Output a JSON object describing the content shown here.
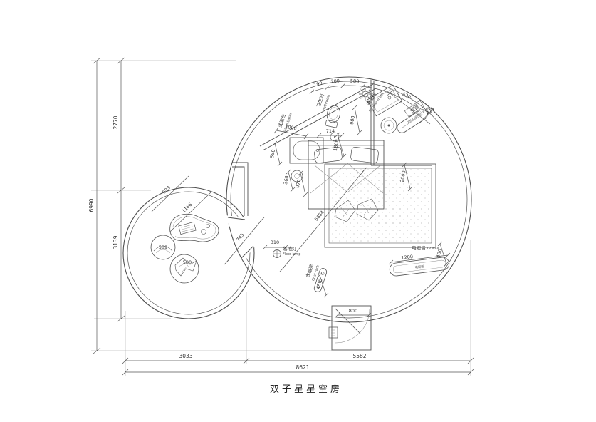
{
  "title": "双子星星空房",
  "labels": {
    "washbasin_zh": "洗漱台",
    "washbasin_en": "Wash basin",
    "bathroom_zh": "卫生间",
    "bathroom_en": "Bathroom",
    "shower_zh": "淋浴间",
    "shower_en": "Shower room",
    "ac_zh": "空调",
    "ac_en": "air conditioning",
    "floor_lamp_zh": "落地灯",
    "floor_lamp_en": "Floor lamp",
    "coat_rack_zh": "衣帽架",
    "coat_rack_en": "Coat rack",
    "tv_wall_zh": "电视墙",
    "tv_wall_en": "TV wall",
    "tv_cabinet_zh": "电视柜"
  },
  "overall_dims": {
    "height_total": "6990",
    "height_upper": "2770",
    "height_lower": "3139",
    "width_total": "8621",
    "width_left": "3033",
    "width_right": "5582"
  },
  "detail_dims": {
    "d190": "190",
    "d700": "700",
    "d580": "580",
    "d520": "520",
    "d421": "421",
    "d900": "900",
    "d1000": "1000",
    "d714": "714",
    "d1800": "1800",
    "d550": "550",
    "d360": "360",
    "d970": "970",
    "d2000": "2000",
    "d5684": "5684",
    "d745": "745",
    "d693": "693",
    "d1166": "1166",
    "d589": "589",
    "d500": "500",
    "d310": "310",
    "d450": "450",
    "d400": "400",
    "d1200": "1200",
    "d800": "800"
  },
  "colors": {
    "line": "#4f4f4f",
    "text": "#333333",
    "background": "#ffffff"
  }
}
